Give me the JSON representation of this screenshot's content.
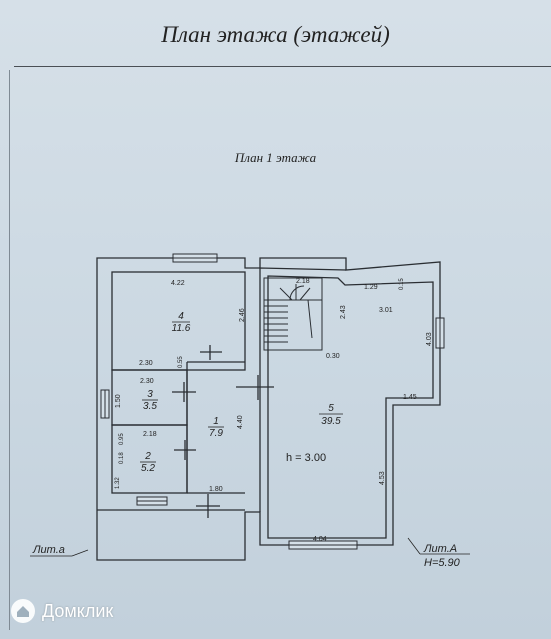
{
  "document": {
    "title": "План этажа (этажей)",
    "subtitle": "План 1 этажа"
  },
  "plan": {
    "dims": {
      "d422": "4.22",
      "d218a": "2.18",
      "d129": "1.29",
      "d015": "0.15",
      "d246": "2.46",
      "d243": "2.43",
      "d301": "3.01",
      "d403": "4.03",
      "d230a": "2.30",
      "d055": "0.55",
      "d030": "0.30",
      "d230b": "2.30",
      "d150": "1.50",
      "d440": "4.40",
      "d145": "1.45",
      "d218b": "2.18",
      "d095": "0.95",
      "d018": "0.18",
      "d132": "1.32",
      "d180": "1.80",
      "d453": "4.53",
      "d404": "4.04"
    },
    "rooms": [
      {
        "number": "4",
        "area": "11.6"
      },
      {
        "number": "3",
        "area": "3.5"
      },
      {
        "number": "1",
        "area": "7.9"
      },
      {
        "number": "2",
        "area": "5.2"
      },
      {
        "number": "5",
        "area": "39.5"
      }
    ],
    "height_label": "h = 3.00",
    "lit_left": "Лит.а",
    "lit_right": "Лит.А",
    "height_total": "H=5.90"
  },
  "watermark": {
    "text": "Домклик",
    "icon": "home-logo-icon",
    "color": "#ffffff"
  }
}
